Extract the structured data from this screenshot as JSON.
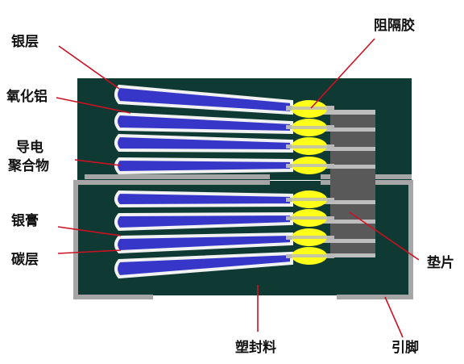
{
  "labels": {
    "silver_layer": "银层",
    "aluminum_oxide": "氧化铝",
    "conductive_polymer_line1": "导电",
    "conductive_polymer_line2": "聚合物",
    "silver_paste": "银膏",
    "carbon_layer": "碳层",
    "barrier_glue": "阻隔胶",
    "pad": "垫片",
    "plastic_mold": "塑封料",
    "lead_pin": "引脚"
  },
  "colors": {
    "mold": "#0f3a33",
    "anode_blue": "#3636c8",
    "silver_outline": "#f2f2f2",
    "lead_frame": "#a6a6a6",
    "barrier_yellow": "#ffff1a",
    "pad_gray": "#595959",
    "leader_red": "#cc1122"
  }
}
